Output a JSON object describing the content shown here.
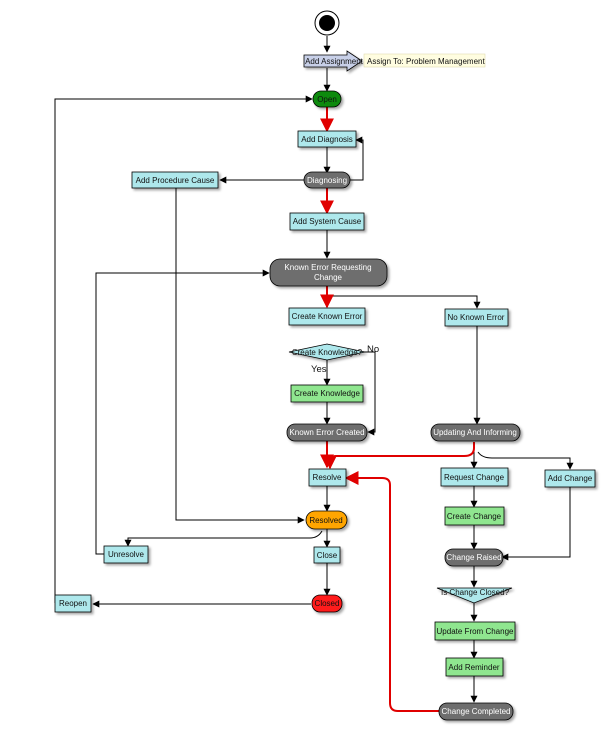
{
  "nodes": {
    "add_assignment": "Add Assignment",
    "assign_note": "Assign To: Problem Management",
    "open": "Open",
    "add_diagnosis": "Add Diagnosis",
    "diagnosing": "Diagnosing",
    "add_procedure_cause": "Add Procedure Cause",
    "add_system_cause": "Add System Cause",
    "known_error_requesting_change_1": "Known Error Requesting",
    "known_error_requesting_change_2": "Change",
    "create_known_error": "Create Known Error",
    "no_known_error": "No Known Error",
    "create_knowledge_q": "Create Knowledge?",
    "no": "No",
    "yes": "Yes",
    "create_knowledge": "Create Knowledge",
    "known_error_created": "Known Error Created",
    "updating_and_informing": "Updating And Informing",
    "resolve": "Resolve",
    "request_change": "Request Change",
    "add_change": "Add Change",
    "create_change": "Create Change",
    "resolved": "Resolved",
    "unresolve": "Unresolve",
    "close": "Close",
    "change_raised": "Change Raised",
    "closed": "Closed",
    "reopen": "Reopen",
    "is_change_closed": "Is Change Closed?",
    "update_from_change": "Update From Change",
    "add_reminder": "Add Reminder",
    "change_completed": "Change Completed"
  },
  "colors": {
    "action_fill": "#aee8ec",
    "create_fill": "#8fe68f",
    "state_fill": "#6e6e6e",
    "open_fill": "#0a8a0a",
    "resolved_fill": "#ffa500",
    "closed_fill": "#ff1a1a",
    "note_fill": "#fffde0",
    "highlight_path": "#e00000"
  }
}
